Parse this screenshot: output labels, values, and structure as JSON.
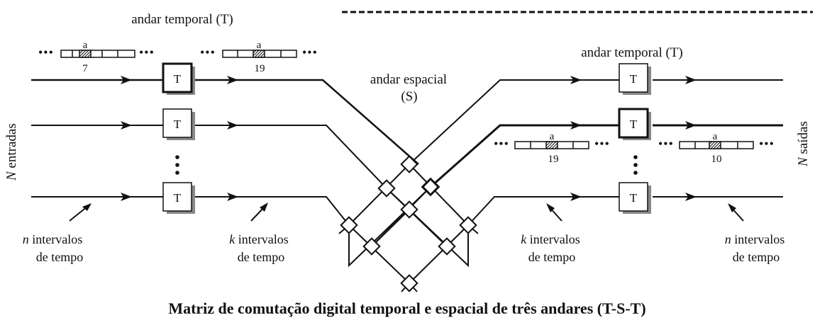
{
  "labels": {
    "left_stage": "andar temporal (T)",
    "right_stage": "andar temporal (T)",
    "space_stage_line1": "andar espacial",
    "space_stage_line2": "(S)",
    "inputs_n": "N",
    "inputs_text": "entradas",
    "outputs_n": "N",
    "outputs_text": "saídas",
    "n_slots_1": "n",
    "intervals_word": "intervalos",
    "time_word": "de tempo",
    "k_slots_1": "k",
    "k_slots_2": "k",
    "n_slots_2": "n",
    "caption": "Matriz de comutação digital temporal e espacial de três andares (T-S-T)"
  },
  "t_switch_label": "T",
  "frames": [
    {
      "slot_label": "a",
      "number": "7"
    },
    {
      "slot_label": "a",
      "number": "19"
    },
    {
      "slot_label": "a",
      "number": "19"
    },
    {
      "slot_label": "a",
      "number": "10"
    }
  ]
}
